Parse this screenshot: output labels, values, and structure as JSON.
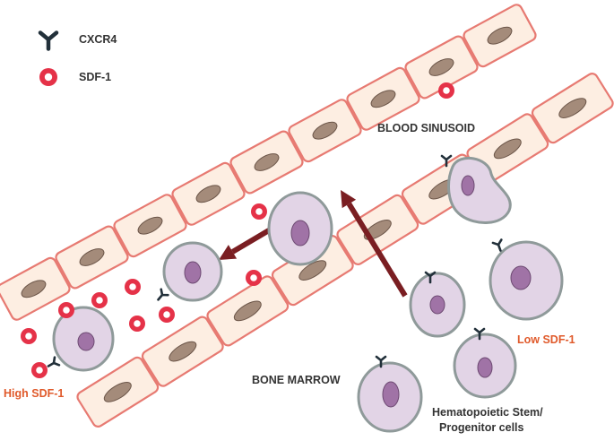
{
  "legend": {
    "receptor_label": "CXCR4",
    "ligand_label": "SDF-1"
  },
  "labels": {
    "blood_sinusoid": "BLOOD SINUSOID",
    "bone_marrow": "BONE MARROW",
    "high_sdf1": "High SDF-1",
    "low_sdf1": "Low SDF-1",
    "cells_line1": "Hematopoietic Stem/",
    "cells_line2": "Progenitor cells"
  },
  "colors": {
    "endothelial_fill": "#fdeee2",
    "endothelial_stroke": "#e77a72",
    "endothelial_nucleus": "#a48b7a",
    "cell_fill": "#e2d4e6",
    "cell_stroke": "#8f9a9a",
    "cell_nucleus": "#a073a6",
    "sdf1": "#e53248",
    "cxcr4": "#22303a",
    "arrow": "#7a1e22",
    "label_red": "#e05a2b",
    "label_dark": "#333333"
  }
}
